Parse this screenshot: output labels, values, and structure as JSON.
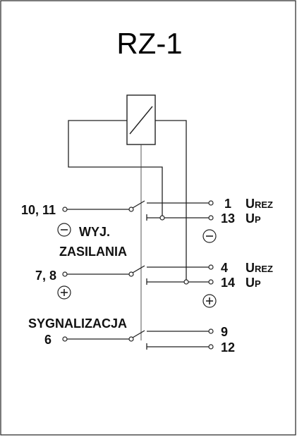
{
  "title": "RZ-1",
  "labels": {
    "in_main": "10, 11",
    "in_mid": "7, 8",
    "in_sig": "6",
    "wyj": "WYJ.",
    "zasilania": "ZASILANIA",
    "sygnalizacja": "SYGNALIZACJA",
    "minus": "−",
    "plus": "+"
  },
  "terminals": [
    {
      "num": "1",
      "tag": "U",
      "sub": "REZ"
    },
    {
      "num": "13",
      "tag": "U",
      "sub": "P"
    },
    {
      "num": "4",
      "tag": "U",
      "sub": "REZ"
    },
    {
      "num": "14",
      "tag": "U",
      "sub": "P"
    },
    {
      "num": "9",
      "tag": "",
      "sub": ""
    },
    {
      "num": "12",
      "tag": "",
      "sub": ""
    }
  ],
  "colors": {
    "line": "#222222",
    "text": "#111111",
    "background": "#ffffff"
  }
}
